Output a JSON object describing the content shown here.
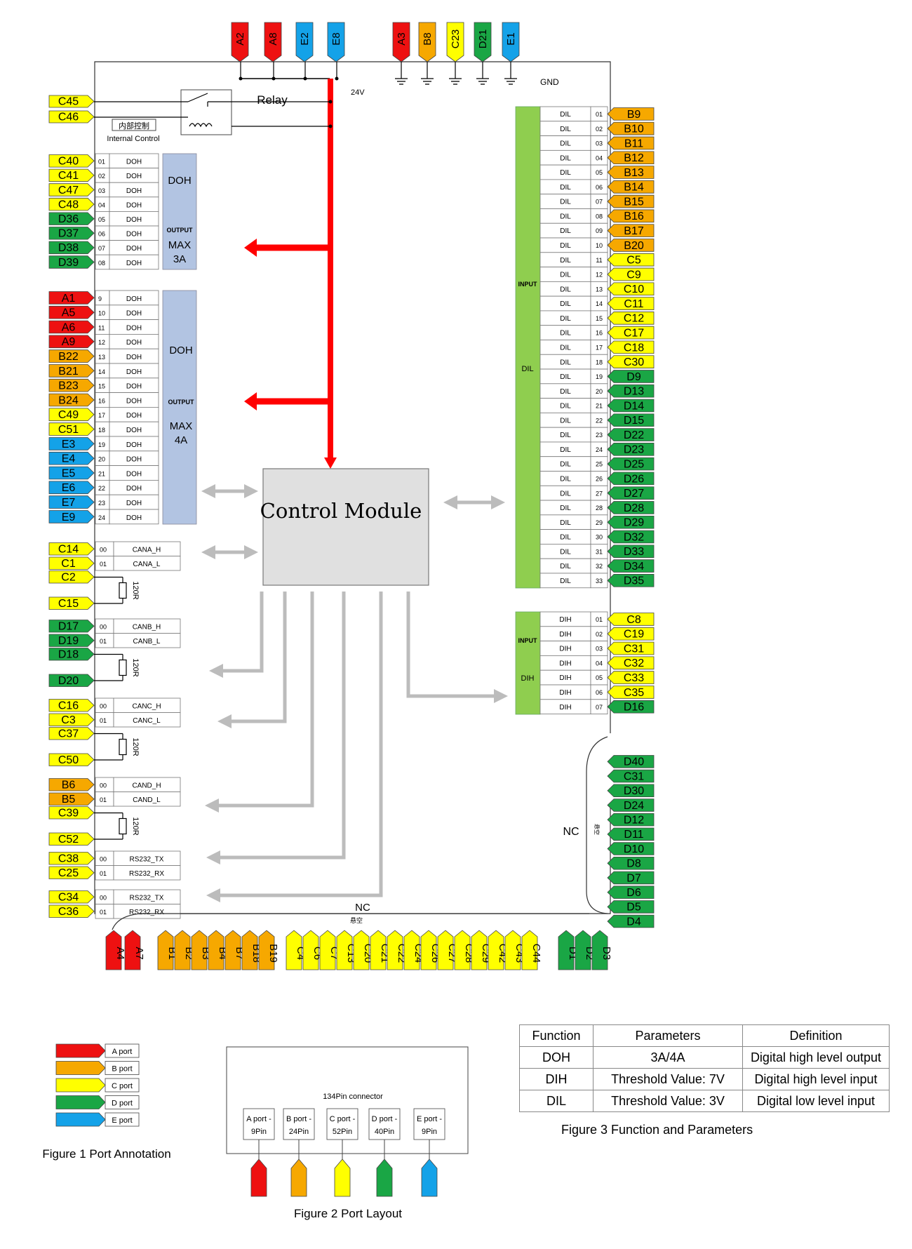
{
  "colors": {
    "A": "#ee1111",
    "B": "#f6a800",
    "C": "#ffff00",
    "D": "#1aa645",
    "E": "#14a2e8",
    "bus": "#ff0000",
    "panel": "#b2c4e2",
    "dil_panel": "#8fce4f",
    "grey_arrow": "#bcbcbc",
    "module_fill": "#e0e0e0"
  },
  "top_pins": [
    {
      "label": "A2",
      "port": "A"
    },
    {
      "label": "A8",
      "port": "A"
    },
    {
      "label": "E2",
      "port": "E"
    },
    {
      "label": "E8",
      "port": "E"
    },
    {
      "label": "A3",
      "port": "A"
    },
    {
      "label": "B8",
      "port": "B"
    },
    {
      "label": "C23",
      "port": "C"
    },
    {
      "label": "D21",
      "port": "D"
    },
    {
      "label": "E1",
      "port": "E"
    }
  ],
  "labels": {
    "v24": "24V",
    "gnd": "GND",
    "relay": "Relay",
    "internal_cn": "内部控制",
    "internal_en": "Internal Control",
    "control_module": "Control Module",
    "nc_right": "NC",
    "nc_right_cn": "悬空",
    "nc_bottom": "NC",
    "nc_bottom_cn": "悬空"
  },
  "relay_pins": [
    {
      "label": "C45",
      "port": "C"
    },
    {
      "label": "C46",
      "port": "C"
    }
  ],
  "doh_group1": {
    "title": "DOH",
    "output": "OUTPUT",
    "max": "MAX",
    "current": "3A",
    "rows": [
      {
        "pin": "C40",
        "port": "C",
        "num": "01",
        "name": "DOH"
      },
      {
        "pin": "C41",
        "port": "C",
        "num": "02",
        "name": "DOH"
      },
      {
        "pin": "C47",
        "port": "C",
        "num": "03",
        "name": "DOH"
      },
      {
        "pin": "C48",
        "port": "C",
        "num": "04",
        "name": "DOH"
      },
      {
        "pin": "D36",
        "port": "D",
        "num": "05",
        "name": "DOH"
      },
      {
        "pin": "D37",
        "port": "D",
        "num": "06",
        "name": "DOH"
      },
      {
        "pin": "D38",
        "port": "D",
        "num": "07",
        "name": "DOH"
      },
      {
        "pin": "D39",
        "port": "D",
        "num": "08",
        "name": "DOH"
      }
    ]
  },
  "doh_group2": {
    "title": "DOH",
    "output": "OUTPUT",
    "max": "MAX",
    "current": "4A",
    "rows": [
      {
        "pin": "A1",
        "port": "A",
        "num": "9",
        "name": "DOH"
      },
      {
        "pin": "A5",
        "port": "A",
        "num": "10",
        "name": "DOH"
      },
      {
        "pin": "A6",
        "port": "A",
        "num": "11",
        "name": "DOH"
      },
      {
        "pin": "A9",
        "port": "A",
        "num": "12",
        "name": "DOH"
      },
      {
        "pin": "B22",
        "port": "B",
        "num": "13",
        "name": "DOH"
      },
      {
        "pin": "B21",
        "port": "B",
        "num": "14",
        "name": "DOH"
      },
      {
        "pin": "B23",
        "port": "B",
        "num": "15",
        "name": "DOH"
      },
      {
        "pin": "B24",
        "port": "B",
        "num": "16",
        "name": "DOH"
      },
      {
        "pin": "C49",
        "port": "C",
        "num": "17",
        "name": "DOH"
      },
      {
        "pin": "C51",
        "port": "C",
        "num": "18",
        "name": "DOH"
      },
      {
        "pin": "E3",
        "port": "E",
        "num": "19",
        "name": "DOH"
      },
      {
        "pin": "E4",
        "port": "E",
        "num": "20",
        "name": "DOH"
      },
      {
        "pin": "E5",
        "port": "E",
        "num": "21",
        "name": "DOH"
      },
      {
        "pin": "E6",
        "port": "E",
        "num": "22",
        "name": "DOH"
      },
      {
        "pin": "E7",
        "port": "E",
        "num": "23",
        "name": "DOH"
      },
      {
        "pin": "E9",
        "port": "E",
        "num": "24",
        "name": "DOH"
      }
    ]
  },
  "can_groups": [
    {
      "rows": [
        {
          "pin": "C14",
          "port": "C",
          "num": "00",
          "name": "CANA_H"
        },
        {
          "pin": "C1",
          "port": "C",
          "num": "01",
          "name": "CANA_L"
        }
      ],
      "term": [
        {
          "pin": "C2",
          "port": "C"
        },
        {
          "pin": "C15",
          "port": "C"
        }
      ],
      "resistor": "120R"
    },
    {
      "rows": [
        {
          "pin": "D17",
          "port": "D",
          "num": "00",
          "name": "CANB_H"
        },
        {
          "pin": "D19",
          "port": "D",
          "num": "01",
          "name": "CANB_L"
        }
      ],
      "term": [
        {
          "pin": "D18",
          "port": "D"
        },
        {
          "pin": "D20",
          "port": "D"
        }
      ],
      "resistor": "120R"
    },
    {
      "rows": [
        {
          "pin": "C16",
          "port": "C",
          "num": "00",
          "name": "CANC_H"
        },
        {
          "pin": "C3",
          "port": "C",
          "num": "01",
          "name": "CANC_L"
        }
      ],
      "term": [
        {
          "pin": "C37",
          "port": "C"
        },
        {
          "pin": "C50",
          "port": "C"
        }
      ],
      "resistor": "120R"
    },
    {
      "rows": [
        {
          "pin": "B6",
          "port": "B",
          "num": "00",
          "name": "CAND_H"
        },
        {
          "pin": "B5",
          "port": "B",
          "num": "01",
          "name": "CAND_L"
        }
      ],
      "term": [
        {
          "pin": "C39",
          "port": "C"
        },
        {
          "pin": "C52",
          "port": "C"
        }
      ],
      "resistor": "120R"
    }
  ],
  "rs232_groups": [
    {
      "rows": [
        {
          "pin": "C38",
          "port": "C",
          "num": "00",
          "name": "RS232_TX"
        },
        {
          "pin": "C25",
          "port": "C",
          "num": "01",
          "name": "RS232_RX"
        }
      ]
    },
    {
      "rows": [
        {
          "pin": "C34",
          "port": "C",
          "num": "00",
          "name": "RS232_TX"
        },
        {
          "pin": "C36",
          "port": "C",
          "num": "01",
          "name": "RS232_RX"
        }
      ]
    }
  ],
  "dil_group": {
    "input": "INPUT",
    "title": "DIL",
    "rows": [
      {
        "pin": "B9",
        "port": "B",
        "num": "01",
        "name": "DIL"
      },
      {
        "pin": "B10",
        "port": "B",
        "num": "02",
        "name": "DIL"
      },
      {
        "pin": "B11",
        "port": "B",
        "num": "03",
        "name": "DIL"
      },
      {
        "pin": "B12",
        "port": "B",
        "num": "04",
        "name": "DIL"
      },
      {
        "pin": "B13",
        "port": "B",
        "num": "05",
        "name": "DIL"
      },
      {
        "pin": "B14",
        "port": "B",
        "num": "06",
        "name": "DIL"
      },
      {
        "pin": "B15",
        "port": "B",
        "num": "07",
        "name": "DIL"
      },
      {
        "pin": "B16",
        "port": "B",
        "num": "08",
        "name": "DIL"
      },
      {
        "pin": "B17",
        "port": "B",
        "num": "09",
        "name": "DIL"
      },
      {
        "pin": "B20",
        "port": "B",
        "num": "10",
        "name": "DIL"
      },
      {
        "pin": "C5",
        "port": "C",
        "num": "11",
        "name": "DIL"
      },
      {
        "pin": "C9",
        "port": "C",
        "num": "12",
        "name": "DIL"
      },
      {
        "pin": "C10",
        "port": "C",
        "num": "13",
        "name": "DIL"
      },
      {
        "pin": "C11",
        "port": "C",
        "num": "14",
        "name": "DIL"
      },
      {
        "pin": "C12",
        "port": "C",
        "num": "15",
        "name": "DIL"
      },
      {
        "pin": "C17",
        "port": "C",
        "num": "16",
        "name": "DIL"
      },
      {
        "pin": "C18",
        "port": "C",
        "num": "17",
        "name": "DIL"
      },
      {
        "pin": "C30",
        "port": "C",
        "num": "18",
        "name": "DIL"
      },
      {
        "pin": "D9",
        "port": "D",
        "num": "19",
        "name": "DIL"
      },
      {
        "pin": "D13",
        "port": "D",
        "num": "20",
        "name": "DIL"
      },
      {
        "pin": "D14",
        "port": "D",
        "num": "21",
        "name": "DIL"
      },
      {
        "pin": "D15",
        "port": "D",
        "num": "22",
        "name": "DIL"
      },
      {
        "pin": "D22",
        "port": "D",
        "num": "23",
        "name": "DIL"
      },
      {
        "pin": "D23",
        "port": "D",
        "num": "24",
        "name": "DIL"
      },
      {
        "pin": "D25",
        "port": "D",
        "num": "25",
        "name": "DIL"
      },
      {
        "pin": "D26",
        "port": "D",
        "num": "26",
        "name": "DIL"
      },
      {
        "pin": "D27",
        "port": "D",
        "num": "27",
        "name": "DIL"
      },
      {
        "pin": "D28",
        "port": "D",
        "num": "28",
        "name": "DIL"
      },
      {
        "pin": "D29",
        "port": "D",
        "num": "29",
        "name": "DIL"
      },
      {
        "pin": "D32",
        "port": "D",
        "num": "30",
        "name": "DIL"
      },
      {
        "pin": "D33",
        "port": "D",
        "num": "31",
        "name": "DIL"
      },
      {
        "pin": "D34",
        "port": "D",
        "num": "32",
        "name": "DIL"
      },
      {
        "pin": "D35",
        "port": "D",
        "num": "33",
        "name": "DIL"
      }
    ]
  },
  "dih_group": {
    "input": "INPUT",
    "title": "DIH",
    "rows": [
      {
        "pin": "C8",
        "port": "C",
        "num": "01",
        "name": "DIH"
      },
      {
        "pin": "C19",
        "port": "C",
        "num": "02",
        "name": "DIH"
      },
      {
        "pin": "C31",
        "port": "C",
        "num": "03",
        "name": "DIH"
      },
      {
        "pin": "C32",
        "port": "C",
        "num": "04",
        "name": "DIH"
      },
      {
        "pin": "C33",
        "port": "C",
        "num": "05",
        "name": "DIH"
      },
      {
        "pin": "C35",
        "port": "C",
        "num": "06",
        "name": "DIH"
      },
      {
        "pin": "D16",
        "port": "D",
        "num": "07",
        "name": "DIH"
      }
    ]
  },
  "nc_right_pins": [
    {
      "label": "D40",
      "port": "D"
    },
    {
      "label": "C31",
      "port": "D"
    },
    {
      "label": "D30",
      "port": "D"
    },
    {
      "label": "D24",
      "port": "D"
    },
    {
      "label": "D12",
      "port": "D"
    },
    {
      "label": "D11",
      "port": "D"
    },
    {
      "label": "D10",
      "port": "D"
    },
    {
      "label": "D8",
      "port": "D"
    },
    {
      "label": "D7",
      "port": "D"
    },
    {
      "label": "D6",
      "port": "D"
    },
    {
      "label": "D5",
      "port": "D"
    },
    {
      "label": "D4",
      "port": "D"
    }
  ],
  "bottom_pins": [
    {
      "label": "A4",
      "port": "A"
    },
    {
      "label": "A7",
      "port": "A"
    },
    {
      "label": "B1",
      "port": "B"
    },
    {
      "label": "B2",
      "port": "B"
    },
    {
      "label": "B3",
      "port": "B"
    },
    {
      "label": "B4",
      "port": "B"
    },
    {
      "label": "B7",
      "port": "B"
    },
    {
      "label": "B18",
      "port": "B"
    },
    {
      "label": "B19",
      "port": "B"
    },
    {
      "label": "C4",
      "port": "C"
    },
    {
      "label": "C6",
      "port": "C"
    },
    {
      "label": "C7",
      "port": "C"
    },
    {
      "label": "C13",
      "port": "C"
    },
    {
      "label": "C20",
      "port": "C"
    },
    {
      "label": "C21",
      "port": "C"
    },
    {
      "label": "C22",
      "port": "C"
    },
    {
      "label": "C24",
      "port": "C"
    },
    {
      "label": "C26",
      "port": "C"
    },
    {
      "label": "C27",
      "port": "C"
    },
    {
      "label": "C28",
      "port": "C"
    },
    {
      "label": "C29",
      "port": "C"
    },
    {
      "label": "C42",
      "port": "C"
    },
    {
      "label": "C43",
      "port": "C"
    },
    {
      "label": "C44",
      "port": "C"
    },
    {
      "label": "D1",
      "port": "D"
    },
    {
      "label": "D2",
      "port": "D"
    },
    {
      "label": "D3",
      "port": "D"
    }
  ],
  "legend": {
    "items": [
      {
        "label": "A port",
        "port": "A"
      },
      {
        "label": "B port",
        "port": "B"
      },
      {
        "label": "C port",
        "port": "C"
      },
      {
        "label": "D port",
        "port": "D"
      },
      {
        "label": "E port",
        "port": "E"
      }
    ],
    "caption": "Figure 1  Port Annotation"
  },
  "layout_fig": {
    "title": "134Pin connector",
    "ports": [
      {
        "line1": "A port -",
        "line2": "9Pin",
        "port": "A"
      },
      {
        "line1": "B port -",
        "line2": "24Pin",
        "port": "B"
      },
      {
        "line1": "C port -",
        "line2": "52Pin",
        "port": "C"
      },
      {
        "line1": "D port -",
        "line2": "40Pin",
        "port": "D"
      },
      {
        "line1": "E port -",
        "line2": "9Pin",
        "port": "E"
      }
    ],
    "caption": "Figure 2  Port Layout"
  },
  "func_table": {
    "headers": [
      "Function",
      "Parameters",
      "Definition"
    ],
    "rows": [
      [
        "DOH",
        "3A/4A",
        "Digital high level output"
      ],
      [
        "DIH",
        "Threshold Value: 7V",
        "Digital high level input"
      ],
      [
        "DIL",
        "Threshold Value: 3V",
        "Digital low level input"
      ]
    ],
    "caption": "Figure 3  Function and Parameters"
  }
}
